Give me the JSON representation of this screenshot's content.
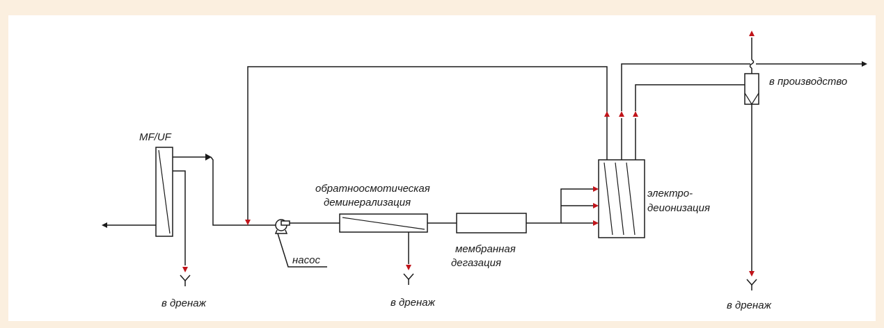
{
  "labels": {
    "mf_uf": "MF/UF",
    "ro_line1": "обратноосмотическая",
    "ro_line2": "деминерализация",
    "degas_line1": "мембранная",
    "degas_line2": "дегазация",
    "edi_line1": "электро-",
    "edi_line2": "деионизация",
    "pump": "насос",
    "to_production": "в производство",
    "drain_1": "в дренаж",
    "drain_2": "в дренаж",
    "drain_3": "в дренаж"
  },
  "colors": {
    "background": "#fbefdf",
    "panel": "#ffffff",
    "line": "#1a1a1a",
    "accent_arrow": "#c0141a"
  },
  "icons": {
    "pump": "centrifugal-pump-icon",
    "drain": "drain-funnel-icon"
  }
}
